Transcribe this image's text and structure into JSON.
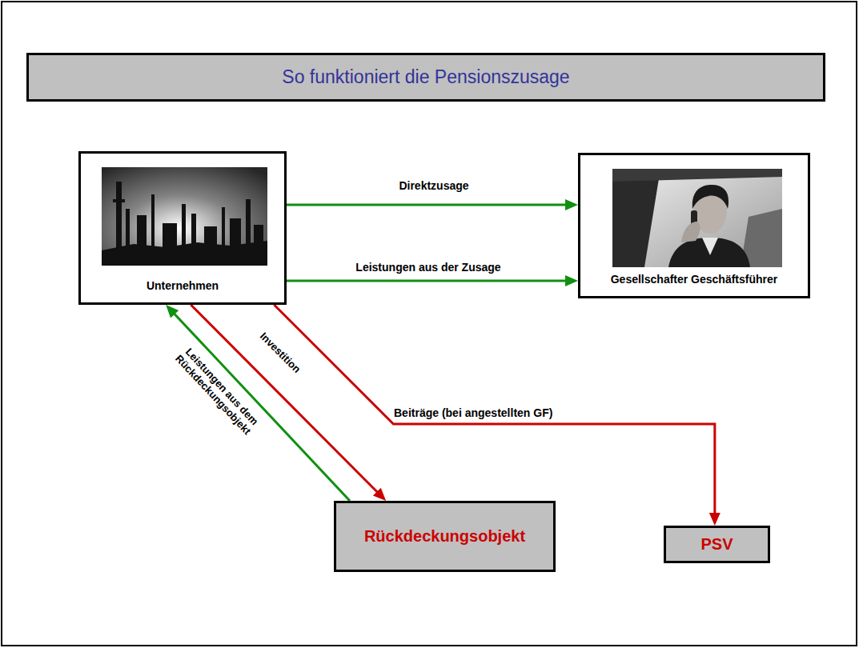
{
  "diagram": {
    "title": "So funktioniert die Pensionszusage",
    "nodes": [
      {
        "text": [
          "Unternehmen"
        ]
      },
      {
        "text": [
          "Gesellschafter Geschäftsführer"
        ]
      },
      {
        "text": [
          "Rückdeckungsobjekt"
        ]
      },
      {
        "text": [
          "PSV"
        ]
      }
    ],
    "edges": [
      {
        "from": 0,
        "to": 1,
        "arrow": "to",
        "label": "Direktzusage"
      },
      {
        "from": 0,
        "to": 1,
        "arrow": "to",
        "label": "Leistungen aus der Zusage"
      },
      {
        "from": 0,
        "to": 2,
        "arrow": "to",
        "label": "Investition"
      },
      {
        "from": 2,
        "to": 0,
        "arrow": "to",
        "label": "Leistungen aus dem Rückdeckungsobjekt"
      },
      {
        "from": 0,
        "to": 3,
        "arrow": "to",
        "label": "Beiträge (bei angestellten GF)"
      }
    ]
  }
}
